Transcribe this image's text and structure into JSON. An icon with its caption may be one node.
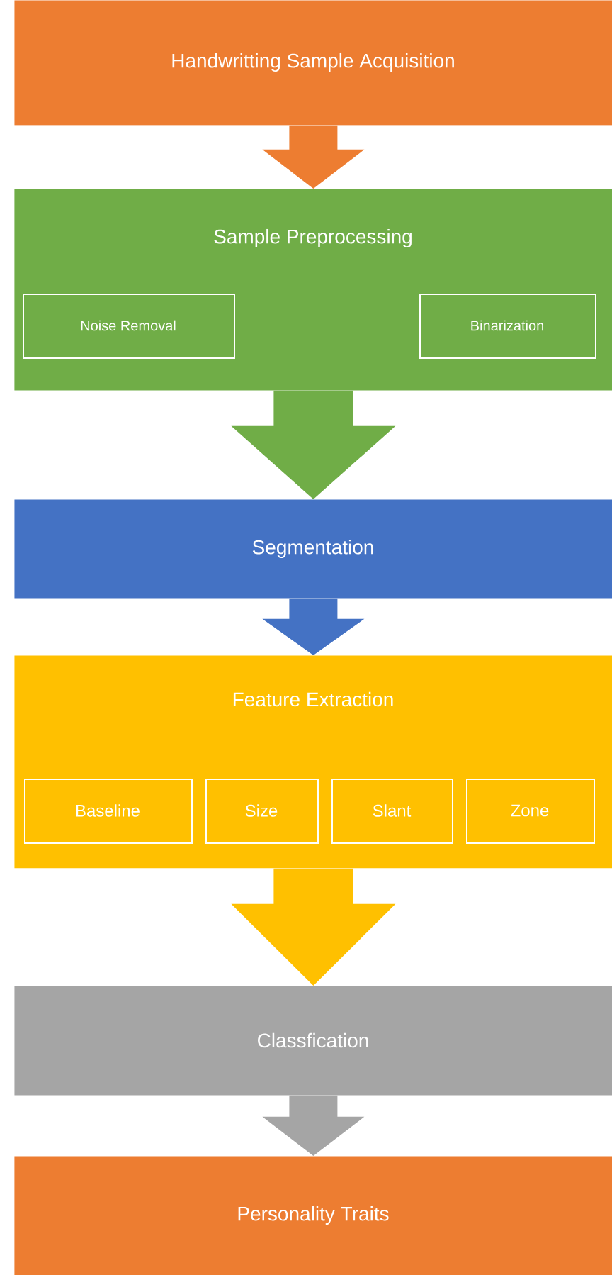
{
  "diagram": {
    "nodes": [
      {
        "text": [
          "Handwritting Sample Acquisition"
        ]
      },
      {
        "text": [
          "Sample Preprocessing"
        ]
      },
      {
        "text": [
          "Noise Removal"
        ],
        "in": 1
      },
      {
        "text": [
          "Binarization"
        ],
        "in": 1
      },
      {
        "text": [
          "Segmentation"
        ]
      },
      {
        "text": [
          "Feature Extraction"
        ]
      },
      {
        "text": [
          "Baseline"
        ],
        "in": 5
      },
      {
        "text": [
          "Size"
        ],
        "in": 5
      },
      {
        "text": [
          "Slant"
        ],
        "in": 5
      },
      {
        "text": [
          "Zone"
        ],
        "in": 5
      },
      {
        "text": [
          "Classfication"
        ]
      },
      {
        "text": [
          "Personality Traits"
        ]
      }
    ],
    "edges": [
      {
        "from": 0,
        "to": 1,
        "arrow": "to",
        "color": "#ed7d31"
      },
      {
        "from": 1,
        "to": 4,
        "arrow": "to",
        "color": "#70ad47"
      },
      {
        "from": 4,
        "to": 5,
        "arrow": "to",
        "color": "#4472c4"
      },
      {
        "from": 5,
        "to": 10,
        "arrow": "to",
        "color": "#ffc000"
      },
      {
        "from": 10,
        "to": 11,
        "arrow": "to",
        "color": "#a5a5a5"
      }
    ]
  }
}
